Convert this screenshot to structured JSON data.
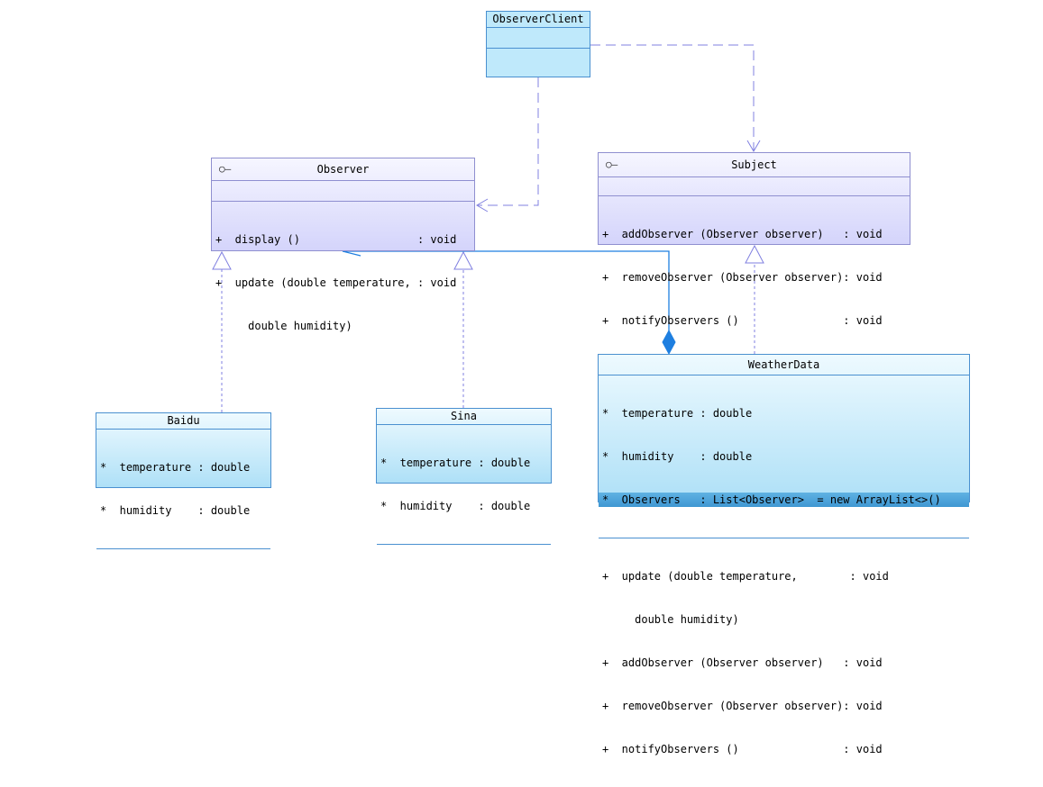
{
  "classes": {
    "observer_client": {
      "name": "ObserverClient"
    },
    "observer": {
      "name": "Observer",
      "stereotype_icon": "interface-lollipop-icon",
      "methods": [
        "+  display ()                  : void",
        "+  update (double temperature, : void",
        "     double humidity)"
      ]
    },
    "subject": {
      "name": "Subject",
      "stereotype_icon": "interface-lollipop-icon",
      "methods": [
        "+  addObserver (Observer observer)   : void",
        "+  removeObserver (Observer observer): void",
        "+  notifyObservers ()                : void"
      ]
    },
    "baidu": {
      "name": "Baidu",
      "attributes": [
        "*  temperature : double",
        "*  humidity    : double"
      ]
    },
    "sina": {
      "name": "Sina",
      "attributes": [
        "*  temperature : double",
        "*  humidity    : double"
      ]
    },
    "weatherdata": {
      "name": "WeatherData",
      "attributes": [
        "*  temperature : double",
        "*  humidity    : double",
        "*  Observers   : List<Observer>  = new ArrayList<>()"
      ],
      "methods": [
        "+  update (double temperature,        : void",
        "     double humidity)",
        "+  addObserver (Observer observer)   : void",
        "+  removeObserver (Observer observer): void",
        "+  notifyObservers ()                : void"
      ]
    }
  },
  "relations": [
    {
      "from": "ObserverClient",
      "to": "Observer",
      "kind": "dependency"
    },
    {
      "from": "ObserverClient",
      "to": "Subject",
      "kind": "dependency"
    },
    {
      "from": "Baidu",
      "to": "Observer",
      "kind": "realization"
    },
    {
      "from": "Sina",
      "to": "Observer",
      "kind": "realization"
    },
    {
      "from": "WeatherData",
      "to": "Subject",
      "kind": "realization"
    },
    {
      "from": "WeatherData",
      "to": "Observer",
      "kind": "composition"
    }
  ],
  "colors": {
    "interface_border": "#8f8fd0",
    "class_border": "#4a90d0",
    "dependency_line": "#8080e0",
    "composition_line": "#1e7fe0"
  }
}
